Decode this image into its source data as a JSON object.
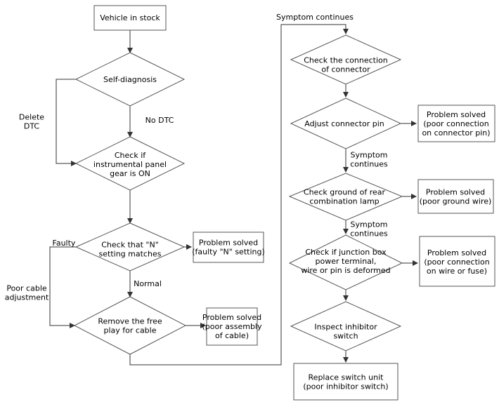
{
  "nodes": {
    "vehicle_in_stock": [
      "Vehicle in stock"
    ],
    "self_diagnosis": [
      "Self-diagnosis"
    ],
    "check_panel_gear": [
      "Check if",
      "instrumental panel",
      "gear is ON"
    ],
    "check_n_setting": [
      "Check that \"N\"",
      "setting matches"
    ],
    "solved_n_setting": [
      "Problem solved",
      "(faulty \"N\" setting)"
    ],
    "remove_free_play": [
      "Remove the free",
      "play for cable"
    ],
    "solved_cable": [
      "Problem solved",
      "(poor assembly",
      "of cable)"
    ],
    "check_connection": [
      "Check the connection",
      "of connector"
    ],
    "adjust_pin": [
      "Adjust connector pin"
    ],
    "solved_pin": [
      "Problem solved",
      "(poor connection",
      "on connector pin)"
    ],
    "check_ground": [
      "Check ground of rear",
      "combination lamp"
    ],
    "solved_ground": [
      "Problem solved",
      "(poor ground wire)"
    ],
    "check_junction": [
      "Check if junction box",
      "power terminal,",
      "wire or pin is deformed"
    ],
    "solved_fuse": [
      "Problem solved",
      "(poor connection",
      "on wire or fuse)"
    ],
    "inspect_inhibitor": [
      "Inspect inhibitor",
      "switch"
    ],
    "replace_switch": [
      "Replace switch unit",
      "(poor inhibitor switch)"
    ]
  },
  "edge_labels": {
    "delete_dtc": [
      "Delete",
      "DTC"
    ],
    "no_dtc": [
      "No DTC"
    ],
    "faulty": [
      "Faulty"
    ],
    "normal": [
      "Normal"
    ],
    "poor_cable": [
      "Poor cable",
      "adjustment"
    ],
    "symptom_top": [
      "Symptom continues"
    ],
    "symptom_1": [
      "Symptom",
      "continues"
    ],
    "symptom_2": [
      "Symptom",
      "continues"
    ]
  },
  "colors": {
    "stroke": "#555555",
    "line": "#333333",
    "text": "#000000"
  }
}
